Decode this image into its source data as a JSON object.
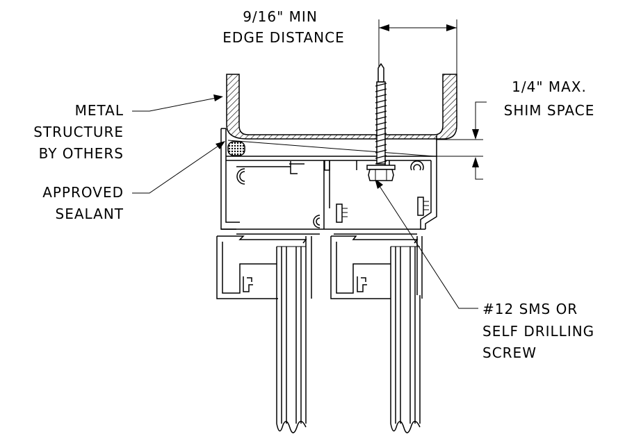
{
  "labels": {
    "edge_distance": [
      "9/16\" MIN",
      "EDGE DISTANCE"
    ],
    "shim_space": [
      "1/4\" MAX.",
      "SHIM SPACE"
    ],
    "metal_structure": [
      "METAL",
      "STRUCTURE",
      "BY OTHERS"
    ],
    "sealant": [
      "APPROVED",
      "SEALANT"
    ],
    "screw": [
      "#12 SMS OR",
      "SELF DRILLING",
      "SCREW"
    ]
  }
}
